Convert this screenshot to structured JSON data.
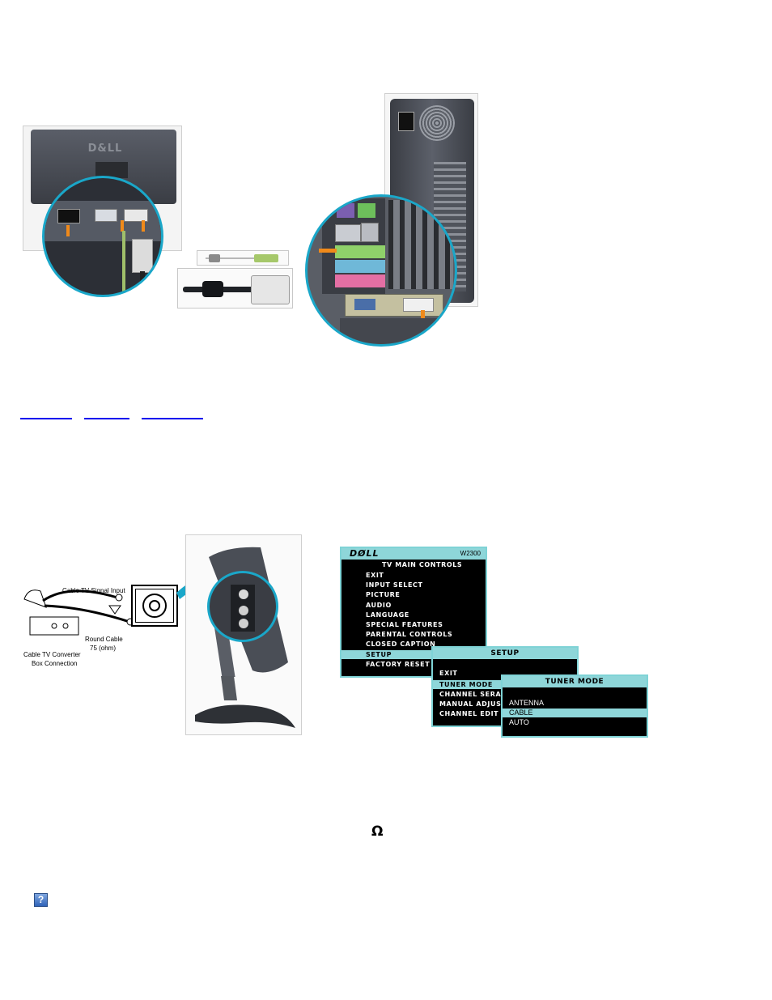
{
  "monitor_figure": {
    "logo": "D&LL"
  },
  "tv_figure": {
    "label_signal": "Cable TV Signal Input",
    "label_round_cable_1": "Round Cable",
    "label_round_cable_2": "75    (ohm)",
    "label_converter_1": "Cable TV Converter",
    "label_converter_2": "Box Connection"
  },
  "osd_main": {
    "brand": "DØLL",
    "model": "W2300",
    "title": "TV MAIN CONTROLS",
    "items": [
      "EXIT",
      "INPUT SELECT",
      "PICTURE",
      "AUDIO",
      "LANGUAGE",
      "SPECIAL FEATURES",
      "PARENTAL CONTROLS",
      "CLOSED CAPTION",
      "SETUP",
      "FACTORY RESET"
    ],
    "selected": "SETUP"
  },
  "osd_setup": {
    "title": "SETUP",
    "items": [
      "EXIT",
      "TUNER MODE",
      "CHANNEL SERACH",
      "MANUAL ADJUST",
      "CHANNEL EDIT"
    ],
    "selected": "TUNER MODE"
  },
  "osd_tuner": {
    "title": "TUNER MODE",
    "items": [
      "ANTENNA",
      "CABLE",
      "AUTO"
    ],
    "selected": "CABLE"
  },
  "omega_symbol": "Ω",
  "help_icon": {
    "glyph": "?",
    "color": "#2f63b8"
  },
  "colors": {
    "osd_accent": "#8ed6d9",
    "zoom_ring": "#1aa7c9",
    "arrow": "#f08a1a",
    "link": "#0000ee"
  }
}
